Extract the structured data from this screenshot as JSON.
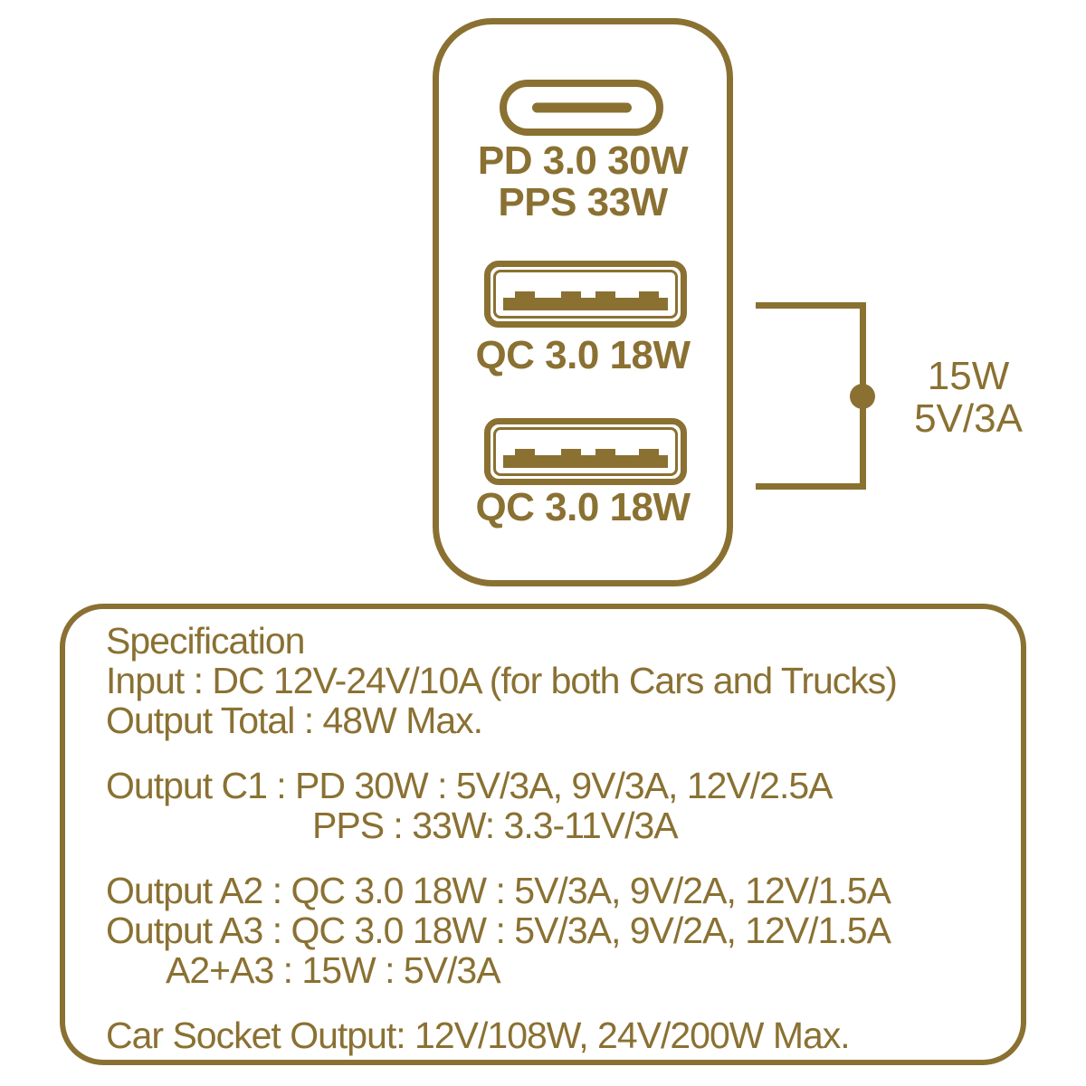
{
  "colors": {
    "gold": "#8a7132",
    "background": "#ffffff"
  },
  "charger": {
    "usb_c": {
      "icon": "usb-c-port-icon",
      "label_line1": "PD 3.0 30W",
      "label_line2": "PPS 33W"
    },
    "usb_a_1": {
      "icon": "usb-a-port-icon",
      "label": "QC 3.0 18W"
    },
    "usb_a_2": {
      "icon": "usb-a-port-icon",
      "label": "QC 3.0 18W"
    }
  },
  "combined_output_callout": {
    "line1": "15W",
    "line2": "5V/3A"
  },
  "specification": {
    "title": "Specification",
    "lines": [
      "Input : DC 12V-24V/10A (for both Cars and Trucks)",
      "Output Total : 48W Max.",
      "Output C1 : PD 30W : 5V/3A, 9V/3A, 12V/2.5A",
      "PPS : 33W: 3.3-11V/3A",
      "Output A2 : QC 3.0 18W : 5V/3A, 9V/2A, 12V/1.5A",
      "Output A3 : QC 3.0 18W : 5V/3A, 9V/2A, 12V/1.5A",
      "A2+A3 : 15W : 5V/3A",
      "Car Socket Output: 12V/108W, 24V/200W Max."
    ]
  }
}
